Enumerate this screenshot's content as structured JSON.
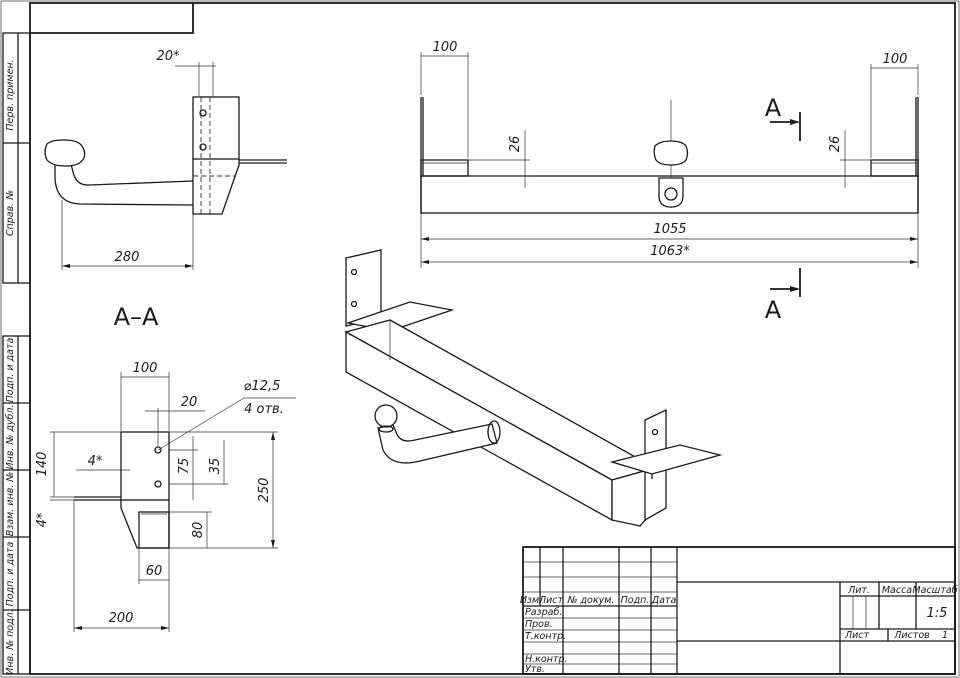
{
  "side_strip": {
    "labels": [
      "Перв. примен.",
      "Справ. №",
      "Подп. и дата",
      "Инв. № дубл.",
      "Взам. инв. №",
      "Подп. и дата",
      "Инв. № подл."
    ]
  },
  "side_view": {
    "dim_top": "20*",
    "dim_length": "280"
  },
  "section_view": {
    "title": "А–А",
    "dim_width": "100",
    "dim_hole_offset": "20",
    "hole_diameter": "⌀12,5",
    "hole_count": "4 отв.",
    "dim_height_140": "140",
    "dim_4a": "4*",
    "dim_4b": "4*",
    "dim_75": "75",
    "dim_35": "35",
    "dim_250": "250",
    "dim_80": "80",
    "dim_60": "60",
    "dim_200": "200"
  },
  "front_view": {
    "dim_left": "100",
    "dim_right": "100",
    "dim_26_left": "26",
    "dim_26_right": "26",
    "dim_1055": "1055",
    "dim_1063": "1063*",
    "section_mark_top": "А",
    "section_mark_bottom": "А"
  },
  "title_block": {
    "header_cols": [
      "Изм.",
      "Лист",
      "№ докум.",
      "Подп.",
      "Дата"
    ],
    "rows": [
      "Разраб.",
      "Пров.",
      "Т.контр.",
      "",
      "Н.контр.",
      "Утв."
    ],
    "lit_label": "Лит.",
    "mass_label": "Масса",
    "scale_label": "Масштаб",
    "scale_value": "1:5",
    "sheet_label": "Лист",
    "sheets_label": "Листов",
    "sheets_value": "1"
  }
}
